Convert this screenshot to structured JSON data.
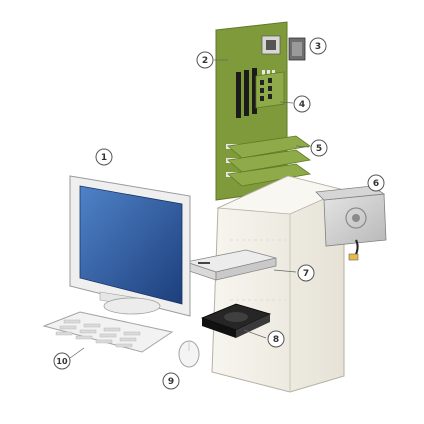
{
  "callouts": [
    {
      "num": "1"
    },
    {
      "num": "2"
    },
    {
      "num": "3"
    },
    {
      "num": "4"
    },
    {
      "num": "5"
    },
    {
      "num": "6"
    },
    {
      "num": "7"
    },
    {
      "num": "8"
    },
    {
      "num": "9"
    },
    {
      "num": "10"
    }
  ],
  "colors": {
    "motherboard": "#7e9a3a",
    "motherboard_dark": "#5f7a24",
    "card": "#8faa48",
    "screen": "#2f5fa8",
    "case": "#f3f0e8",
    "drive": "#222222"
  }
}
